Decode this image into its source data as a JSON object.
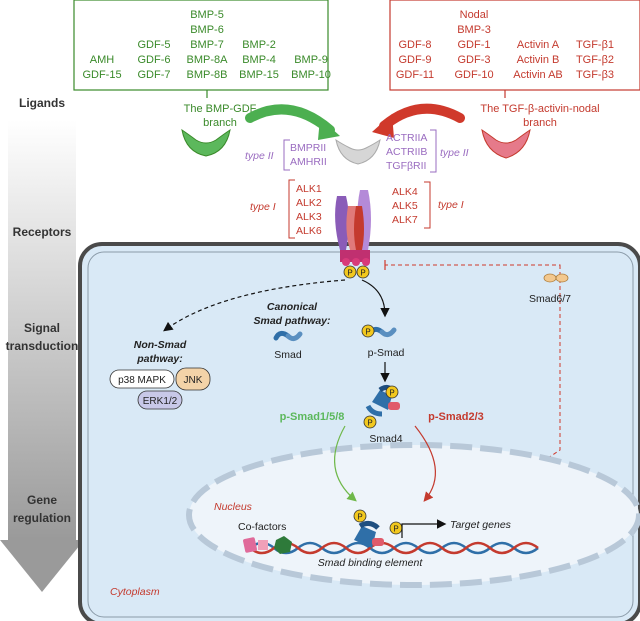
{
  "bmp_branch": {
    "rows": [
      [
        "",
        "",
        "BMP-5",
        "",
        ""
      ],
      [
        "",
        "",
        "BMP-6",
        "",
        ""
      ],
      [
        "",
        "GDF-5",
        "BMP-7",
        "BMP-2",
        ""
      ],
      [
        "AMH",
        "GDF-6",
        "BMP-8A",
        "BMP-4",
        "BMP-9"
      ],
      [
        "GDF-15",
        "GDF-7",
        "BMP-8B",
        "BMP-15",
        "BMP-10"
      ]
    ],
    "label_line1": "The BMP-GDF",
    "label_line2": "branch",
    "color": "#3a8a2a"
  },
  "tgf_branch": {
    "rows": [
      [
        "",
        "Nodal",
        "",
        ""
      ],
      [
        "",
        "BMP-3",
        "",
        ""
      ],
      [
        "GDF-8",
        "GDF-1",
        "Activin A",
        "TGF-β1"
      ],
      [
        "GDF-9",
        "GDF-3",
        "Activin B",
        "TGF-β2"
      ],
      [
        "GDF-11",
        "GDF-10",
        "Activin AB",
        "TGF-β3"
      ]
    ],
    "label_line1": "The TGF-β-activin-nodal",
    "label_line2": "branch",
    "color": "#c43a2e"
  },
  "stages": [
    "Ligands",
    "Receptors",
    "Signal",
    "transduction",
    "Gene",
    "regulation"
  ],
  "type2": {
    "label": "type II",
    "bmp_receptors": [
      "BMPRII",
      "AMHRII"
    ],
    "tgf_receptors": [
      "ACTRIIA",
      "ACTRIIB",
      "TGFβRII"
    ]
  },
  "type1": {
    "label": "type I",
    "bmp_receptors": [
      "ALK1",
      "ALK2",
      "ALK3",
      "ALK6"
    ],
    "tgf_receptors": [
      "ALK4",
      "ALK5",
      "ALK7"
    ]
  },
  "pathway": {
    "non_smad_title1": "Non-Smad",
    "non_smad_title2": "pathway:",
    "p38": "p38 MAPK",
    "jnk": "JNK",
    "erk": "ERK1/2",
    "canonical1": "Canonical",
    "canonical2": "Smad pathway:",
    "smad": "Smad",
    "psmad": "p-Smad",
    "psmad158": "p-Smad1/5/8",
    "psmad23": "p-Smad2/3",
    "smad4": "Smad4",
    "smad67": "Smad6/7",
    "p": "P"
  },
  "nucleus": {
    "label": "Nucleus",
    "cofactors": "Co-factors",
    "target_genes": "Target genes",
    "sbe": "Smad binding element"
  },
  "cytoplasm": "Cytoplasm",
  "colors": {
    "cell_fill": "#d9e9f6",
    "cell_border": "#4a4a4a",
    "purple": "#9a6cc0",
    "smad_blue": "#2f6fa8",
    "phospho": "#f2c81e"
  }
}
